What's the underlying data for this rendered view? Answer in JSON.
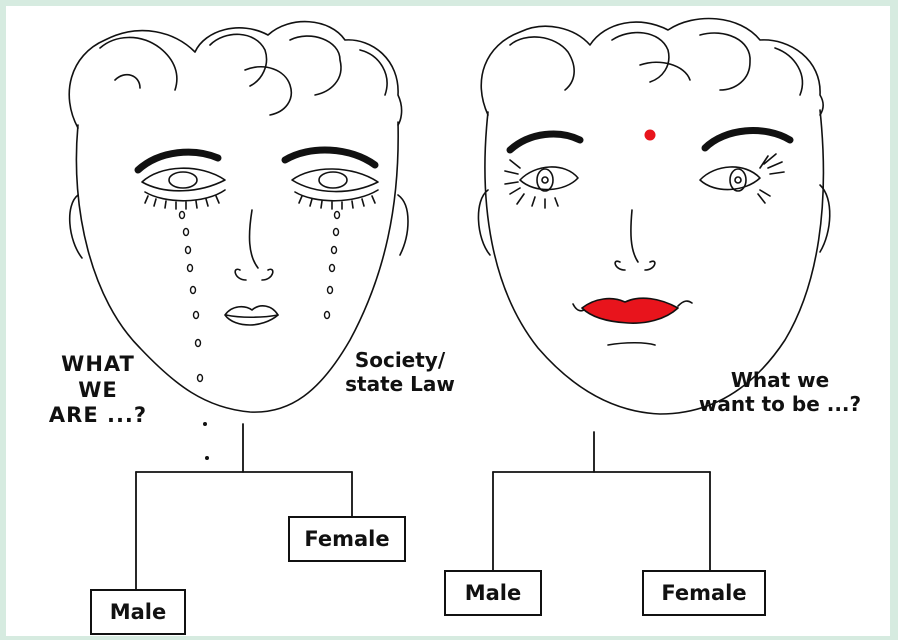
{
  "left": {
    "question": [
      "WHAT",
      "WE",
      "ARE ...?"
    ],
    "center_label": [
      "Society/",
      "state Law"
    ],
    "boxes": {
      "male": "Male",
      "female": "Female"
    }
  },
  "right": {
    "question": [
      "What we",
      "want to be ...?"
    ],
    "boxes": {
      "male": "Male",
      "female": "Female"
    }
  },
  "colors": {
    "background": "#d6ebe0",
    "ink": "#111111",
    "lips": "#e8141c",
    "bindi": "#e8141c"
  },
  "icons": [
    "crying-face-drawing",
    "smiling-face-drawing"
  ]
}
